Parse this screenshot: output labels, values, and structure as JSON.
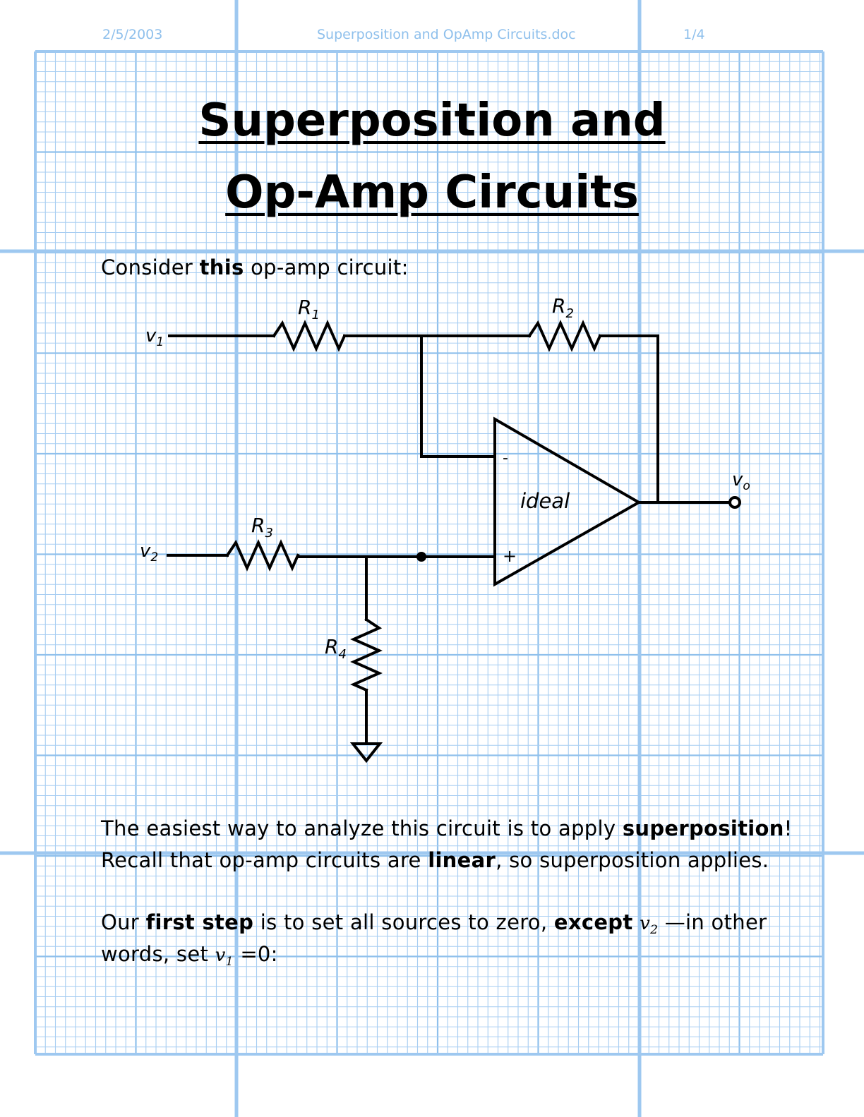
{
  "header": {
    "date": "2/5/2003",
    "filename": "Superposition and OpAmp Circuits.doc",
    "page": "1/4"
  },
  "title": {
    "line1": "Superposition and",
    "line2": "Op-Amp Circuits"
  },
  "intro": {
    "pre": "Consider ",
    "bold": "this",
    "post": " op-amp circuit:"
  },
  "circuit": {
    "labels": {
      "r1": "R",
      "r1_sub": "1",
      "r2": "R",
      "r2_sub": "2",
      "r3": "R",
      "r3_sub": "3",
      "r4": "R",
      "r4_sub": "4",
      "v1": "v",
      "v1_sub": "1",
      "v2": "v",
      "v2_sub": "2",
      "vo": "v",
      "vo_sub": "o",
      "opamp": "ideal",
      "minus": "-",
      "plus": "+"
    }
  },
  "para1": {
    "line1_pre": "The easiest way to analyze this circuit is to apply ",
    "line1_bold": "superposition",
    "line1_post": "!",
    "line2_pre": "Recall that op-amp circuits are ",
    "line2_bold": "linear",
    "line2_post": ", so superposition applies."
  },
  "para2": {
    "l1_a": "Our ",
    "l1_b": "first step",
    "l1_c": " is to set all sources to zero, ",
    "l1_d": "except",
    "l1_v": "v",
    "l1_vsub": "2",
    "l1_e": " —in other",
    "l2_a": "words, set ",
    "l2_v": "v",
    "l2_vsub": "1",
    "l2_b": " =0:"
  }
}
